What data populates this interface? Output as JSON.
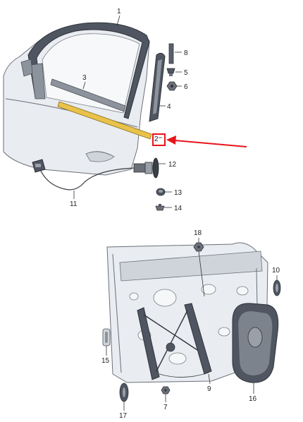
{
  "callouts": [
    {
      "id": "c1",
      "label": "1"
    },
    {
      "id": "c2",
      "label": "2"
    },
    {
      "id": "c3",
      "label": "3"
    },
    {
      "id": "c4",
      "label": "4"
    },
    {
      "id": "c5",
      "label": "5"
    },
    {
      "id": "c6",
      "label": "6"
    },
    {
      "id": "c7",
      "label": "7"
    },
    {
      "id": "c8",
      "label": "8"
    },
    {
      "id": "c9",
      "label": "9"
    },
    {
      "id": "c10",
      "label": "10"
    },
    {
      "id": "c11",
      "label": "11"
    },
    {
      "id": "c12",
      "label": "12"
    },
    {
      "id": "c13",
      "label": "13"
    },
    {
      "id": "c14",
      "label": "14"
    },
    {
      "id": "c15",
      "label": "15"
    },
    {
      "id": "c16",
      "label": "16"
    },
    {
      "id": "c17",
      "label": "17"
    },
    {
      "id": "c18",
      "label": "18"
    }
  ],
  "colors": {
    "highlight": "#e8141c",
    "strip": "#e8c24a",
    "line": "#333333"
  }
}
